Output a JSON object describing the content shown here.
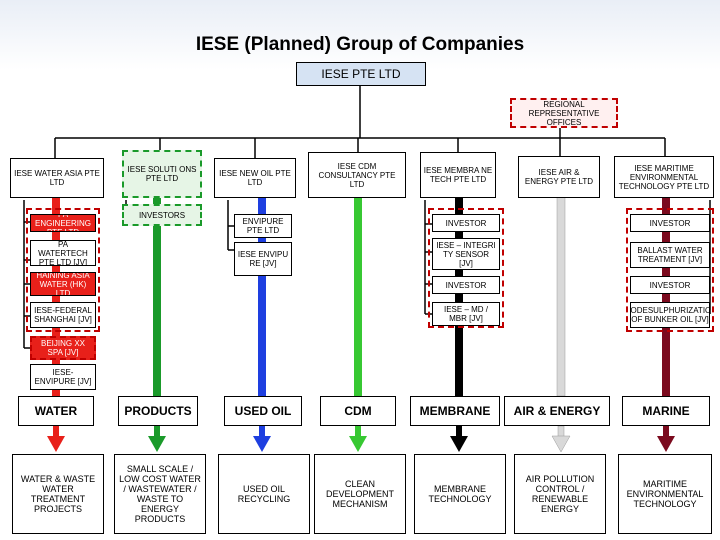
{
  "title": "IESE (Planned) Group of Companies",
  "root": "IESE PTE LTD",
  "regional": "REGIONAL REPRESENTATIVE OFFICES",
  "companies": [
    "IESE WATER ASIA PTE LTD",
    "IESE SOLUTI ONS PTE LTD",
    "IESE NEW OIL PTE LTD",
    "IESE CDM CONSULTANCY PTE LTD",
    "IESE MEMBRA NE TECH PTE LTD",
    "IESE AIR & ENERGY PTE LTD",
    "IESE MARITIME ENVIRONMENTAL TECHNOLOGY PTE LTD"
  ],
  "water_subs": [
    "PA ENGINEERING PTE LTD",
    "PA WATERTECH PTE LTD [JV]",
    "HAINING ASIA WATER (HK) LTD",
    "IESE-FEDERAL SHANGHAI [JV]",
    "BEIJING XX SPA [JV]",
    "IESE-ENVIPURE [JV]"
  ],
  "solutions_sub": "INVESTORS",
  "oil_subs": [
    "ENVIPURE PTE LTD",
    "IESE ENVIPU RE [JV]"
  ],
  "membrane_subs": [
    "INVESTOR",
    "IESE – INTEGRI TY SENSOR [JV]",
    "INVESTOR",
    "IESE – MD / MBR [JV]"
  ],
  "marine_subs": [
    "INVESTOR",
    "BALLAST WATER TREATMENT [JV]",
    "INVESTOR",
    "BIODESULPHURIZATION OF BUNKER OIL [JV]"
  ],
  "categories": [
    "WATER",
    "PRODUCTS",
    "USED OIL",
    "CDM",
    "MEMBRANE",
    "AIR & ENERGY",
    "MARINE"
  ],
  "descriptions": [
    "WATER & WASTE WATER TREATMENT PROJECTS",
    "SMALL SCALE / LOW COST WATER / WASTEWATER / WASTE TO ENERGY PRODUCTS",
    "USED OIL RECYCLING",
    "CLEAN DEVELOPMENT MECHANISM",
    "MEMBRANE TECHNOLOGY",
    "AIR POLLUTION CONTROL / RENEWABLE ENERGY",
    "MARITIME ENVIRONMENTAL TECHNOLOGY"
  ],
  "colors": {
    "water": "#e8201a",
    "products": "#1a9a2a",
    "used_oil": "#1e3fe0",
    "cdm": "#37c832",
    "membrane": "#000000",
    "air_energy": "#d9d9d9",
    "marine": "#7b0a1e",
    "accent_dash": "#c00000",
    "root_bg": "#d6e3f3"
  }
}
